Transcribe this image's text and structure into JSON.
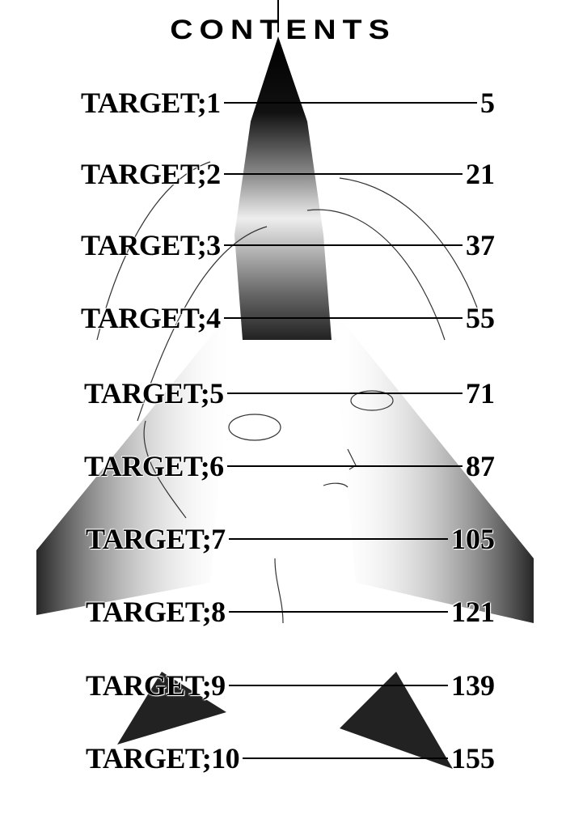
{
  "title": "CONTENTS",
  "entries": [
    {
      "label": "TARGET;1",
      "page": "5"
    },
    {
      "label": "TARGET;2",
      "page": "21"
    },
    {
      "label": "TARGET;3",
      "page": "37"
    },
    {
      "label": "TARGET;4",
      "page": "55"
    },
    {
      "label": "TARGET;5",
      "page": "71"
    },
    {
      "label": "TARGET;6",
      "page": "87"
    },
    {
      "label": "TARGET;7",
      "page": "105"
    },
    {
      "label": "TARGET;8",
      "page": "121"
    },
    {
      "label": "TARGET;9",
      "page": "139"
    },
    {
      "label": "TARGET;10",
      "page": "155"
    }
  ]
}
